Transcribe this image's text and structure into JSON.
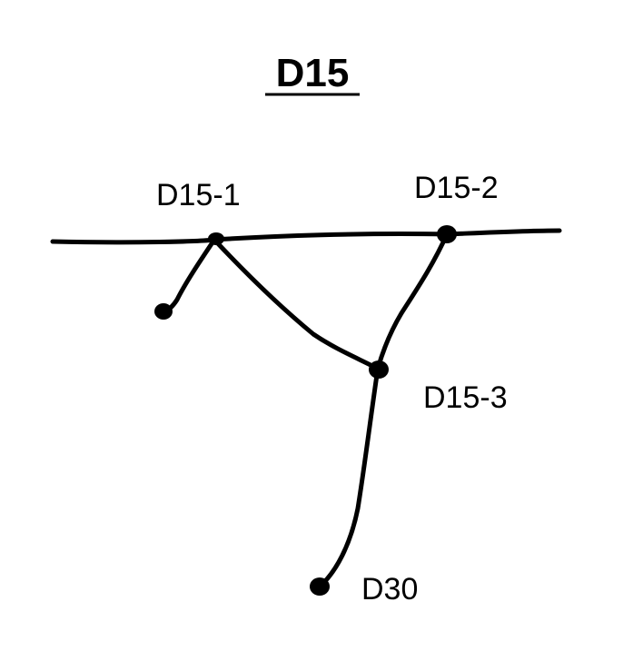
{
  "title": "D15",
  "labels": {
    "d15_1": "D15-1",
    "d15_2": "D15-2",
    "d15_3": "D15-3",
    "d30": "D30"
  },
  "colors": {
    "ink": "#000000",
    "background": "#ffffff"
  }
}
